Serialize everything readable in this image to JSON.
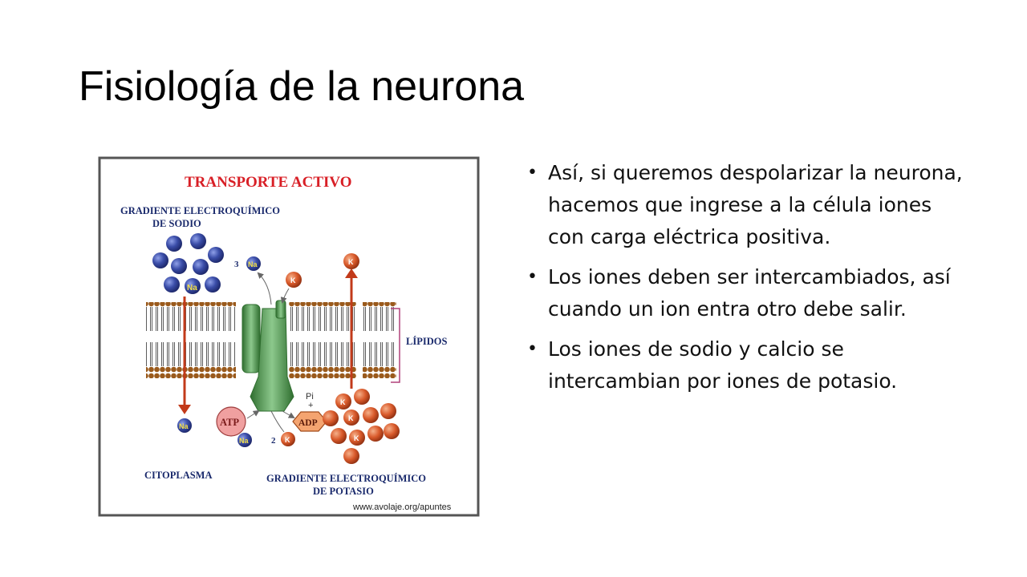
{
  "slide": {
    "title": "Fisiología de la neurona"
  },
  "diagram": {
    "heading": "TRANSPORTE ACTIVO",
    "sodium_gradient_line1": "GRADIENTE ELECTROQUÍMICO",
    "sodium_gradient_line2": "DE SODIO",
    "lipids_label": "LÍPIDOS",
    "cytoplasm_label": "CITOPLASMA",
    "potassium_gradient_line1": "GRADIENTE ELECTROQUÍMICO",
    "potassium_gradient_line2": "DE POTASIO",
    "source": "www.avolaje.org/apuntes",
    "na_symbol": "Na",
    "k_symbol": "K",
    "atp_label": "ATP",
    "adp_label": "ADP",
    "pi_label": "Pi",
    "plus_sign": "+",
    "na_count": "3",
    "k_count": "2",
    "colors": {
      "sodium": "#2e3f96",
      "potassium": "#d95a2b",
      "protein": "#4f9a4f",
      "lipid_head": "#9a5a1c",
      "heading": "#d81f26",
      "frame": "#555555",
      "lipid_bracket": "#b0407a"
    }
  },
  "bullets": [
    {
      "text": "Así, si queremos despolarizar la neurona, hacemos que ingrese a la célula iones con carga eléctrica positiva."
    },
    {
      "text": "Los iones deben ser intercambiados, así cuando un ion entra otro debe salir."
    },
    {
      "text": "Los iones de sodio y calcio se intercambian por iones de potasio."
    }
  ],
  "bullet_glyph": "•"
}
